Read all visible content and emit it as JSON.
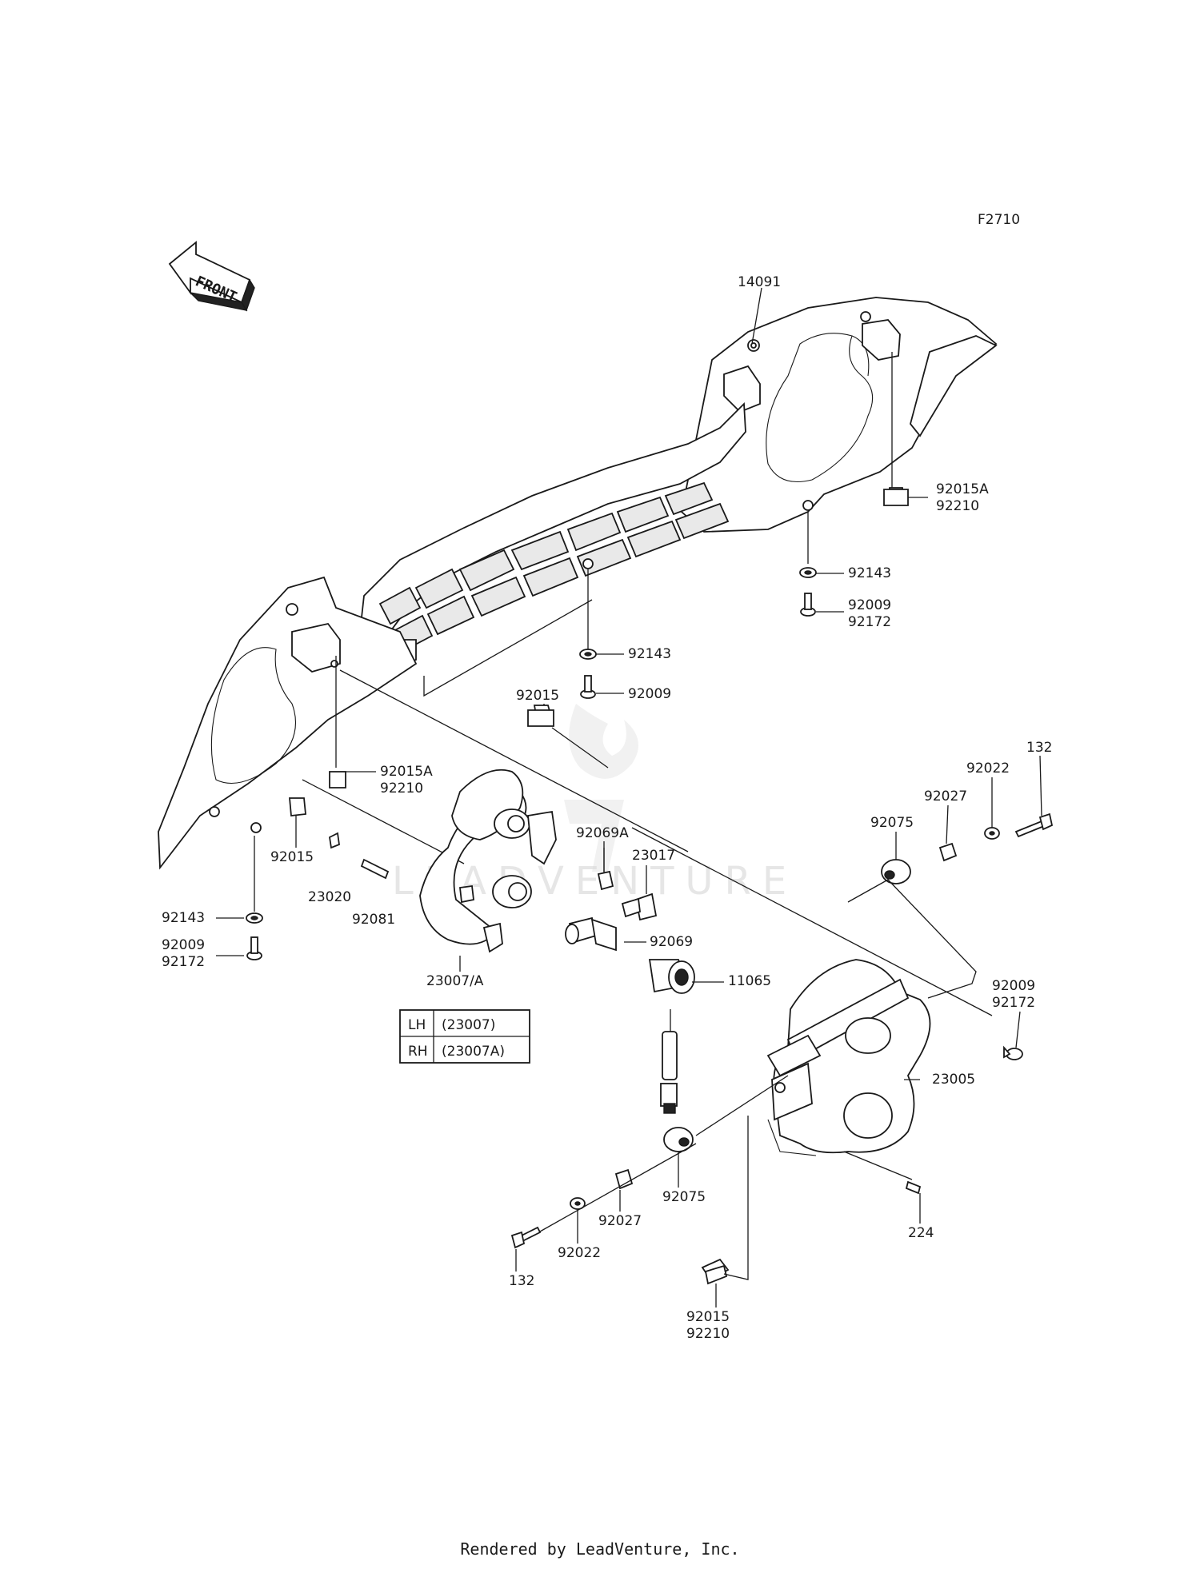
{
  "figure_code": "F2710",
  "front_label": "FRONT",
  "watermark": "LEADVENTURE",
  "footer": "Rendered by LeadVenture, Inc.",
  "parts": {
    "p14091": "14091",
    "p92015A_r": "92015A",
    "p92210_r": "92210",
    "p92143_r": "92143",
    "p92009_r": "92009",
    "p92172_r": "92172",
    "p92143_c": "92143",
    "p92009_c": "92009",
    "p92015_c": "92015",
    "p92015A_l": "92015A",
    "p92210_l": "92210",
    "p92015_l": "92015",
    "p23020": "23020",
    "p92081": "92081",
    "p92143_l": "92143",
    "p92009_l": "92009",
    "p92172_l": "92172",
    "p92069A": "92069A",
    "p23017": "23017",
    "p92069": "92069",
    "p11065": "11065",
    "p23007A": "23007/A",
    "p132_r": "132",
    "p92022_r": "92022",
    "p92027_r": "92027",
    "p92075_r": "92075",
    "p92009_rr": "92009",
    "p92172_rr": "92172",
    "p23005": "23005",
    "p92075_b": "92075",
    "p92027_b": "92027",
    "p92022_b": "92022",
    "p132_b": "132",
    "p224": "224",
    "p92015_b": "92015",
    "p92210_b": "92210"
  },
  "legend": {
    "rows": [
      {
        "side": "LH",
        "code": "(23007)"
      },
      {
        "side": "RH",
        "code": "(23007A)"
      }
    ]
  }
}
